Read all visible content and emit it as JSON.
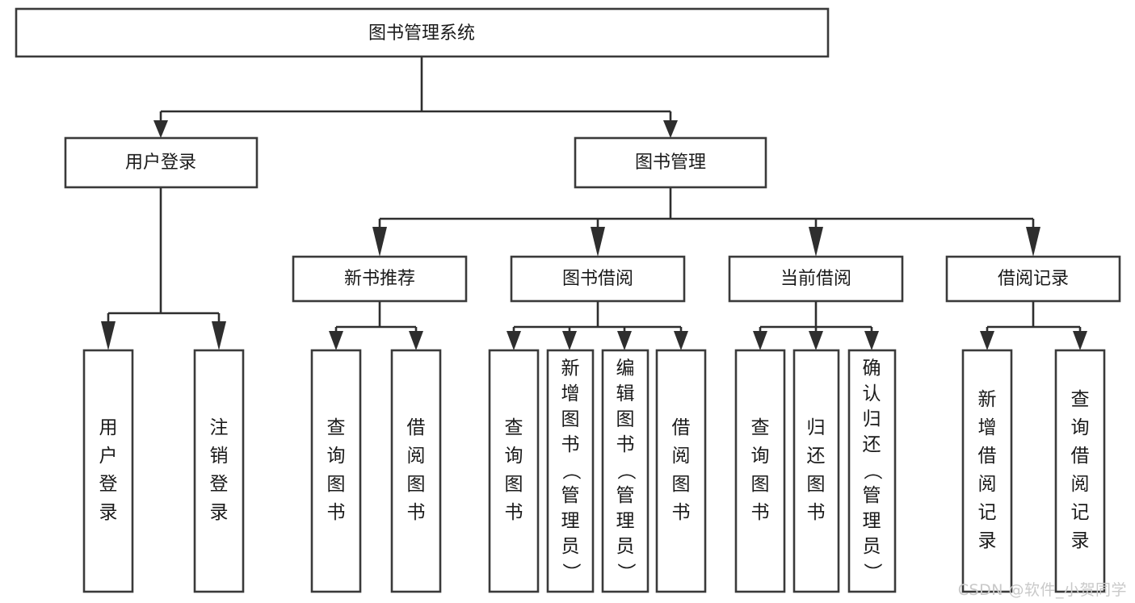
{
  "diagram": {
    "title": "图书管理系统",
    "type": "tree-hierarchy-diagram",
    "stroke_color": "#3a3a3a",
    "text_color": "#1a1a1a",
    "background_color": "#ffffff",
    "root": {
      "label": "图书管理系统"
    },
    "level2": [
      {
        "label": "用户登录"
      },
      {
        "label": "图书管理"
      }
    ],
    "level3": [
      {
        "label": "新书推荐"
      },
      {
        "label": "图书借阅"
      },
      {
        "label": "当前借阅"
      },
      {
        "label": "借阅记录"
      }
    ],
    "leaves": {
      "user_login": [
        {
          "label": "用户登录"
        },
        {
          "label": "注销登录"
        }
      ],
      "new_book_recommend": [
        {
          "label": "查询图书"
        },
        {
          "label": "借阅图书"
        }
      ],
      "book_borrow": [
        {
          "label": "查询图书"
        },
        {
          "label": "新增图书（管理员）"
        },
        {
          "label": "编辑图书（管理员）"
        },
        {
          "label": "借阅图书"
        }
      ],
      "current_borrow": [
        {
          "label": "查询图书"
        },
        {
          "label": "归还图书"
        },
        {
          "label": "确认归还（管理员）"
        }
      ],
      "borrow_record": [
        {
          "label": "新增借阅记录"
        },
        {
          "label": "查询借阅记录"
        }
      ]
    }
  },
  "watermark": {
    "text": "CSDN @软件_小贺同学"
  }
}
